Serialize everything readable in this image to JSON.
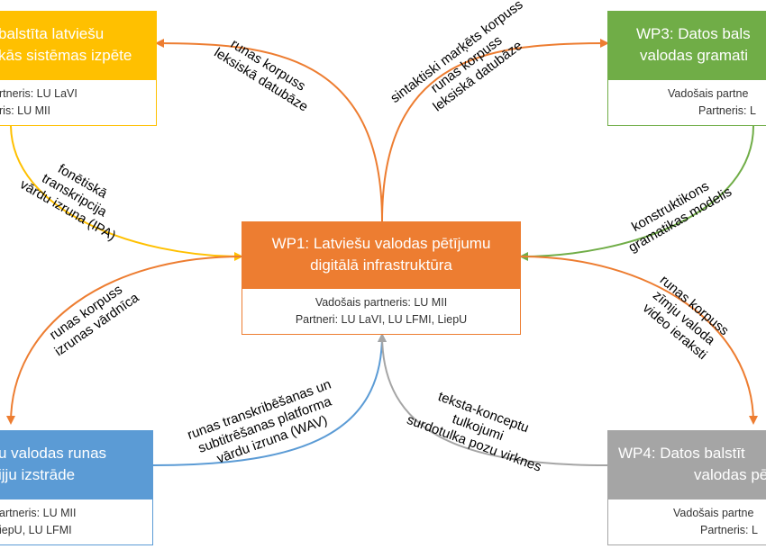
{
  "colors": {
    "wp1": "#ED7D31",
    "wp2": "#FFC000",
    "wp3": "#70AD47",
    "wp4": "#A5A5A5",
    "wp5": "#5B9BD5"
  },
  "wp1": {
    "title": [
      "WP1: Latviešu valodas pētījumu",
      "digitālā infrastruktūra"
    ],
    "lead": "Vadošais partneris: LU MII",
    "partners": "Partneri: LU LaVI, LU LFMI, LiepU"
  },
  "wp2": {
    "title": [
      "balstīta latviešu",
      "kās sistēmas izpēte"
    ],
    "lead": "rtneris: LU LaVI",
    "partners": "ris: LU MII"
  },
  "wp3": {
    "title": [
      "WP3: Datos bals",
      "valodas gramati"
    ],
    "lead": "Vadošais partne",
    "partners": "Partneris: L"
  },
  "wp4": {
    "title": [
      "WP4: Datos balstīt",
      "valodas pē"
    ],
    "lead": "Vadošais partne",
    "partners": "Partneris: L"
  },
  "wp5": {
    "title": [
      "u valodas runas",
      "ijju izstrāde"
    ],
    "lead": "artneris: LU MII",
    "partners": "iepU, LU LFMI"
  },
  "labels": {
    "top_left": [
      "runas korpuss",
      "leksiskā datubāze"
    ],
    "top_right": [
      "sintaktiski marķēts korpuss",
      "runas korpuss",
      "leksiskā datubāze"
    ],
    "left_upper": [
      "fonētiskā",
      "transkripcija",
      "vārdu izruna (IPA)"
    ],
    "right_upper": [
      "konstruktikons",
      "gramatikas modelis"
    ],
    "left_lower": [
      "runas korpuss",
      "izrunas vārdnīca"
    ],
    "right_lower": [
      "runas korpuss",
      "zīmju valoda",
      "video ieraksti"
    ],
    "bottom_left": [
      "runas transkribēšanas un",
      "subtitrēšanas platforma",
      "vārdu izruna (WAV)"
    ],
    "bottom_right": [
      "teksta-konceptu",
      "tulkojumi",
      "surdotulka pozu virknes"
    ]
  }
}
